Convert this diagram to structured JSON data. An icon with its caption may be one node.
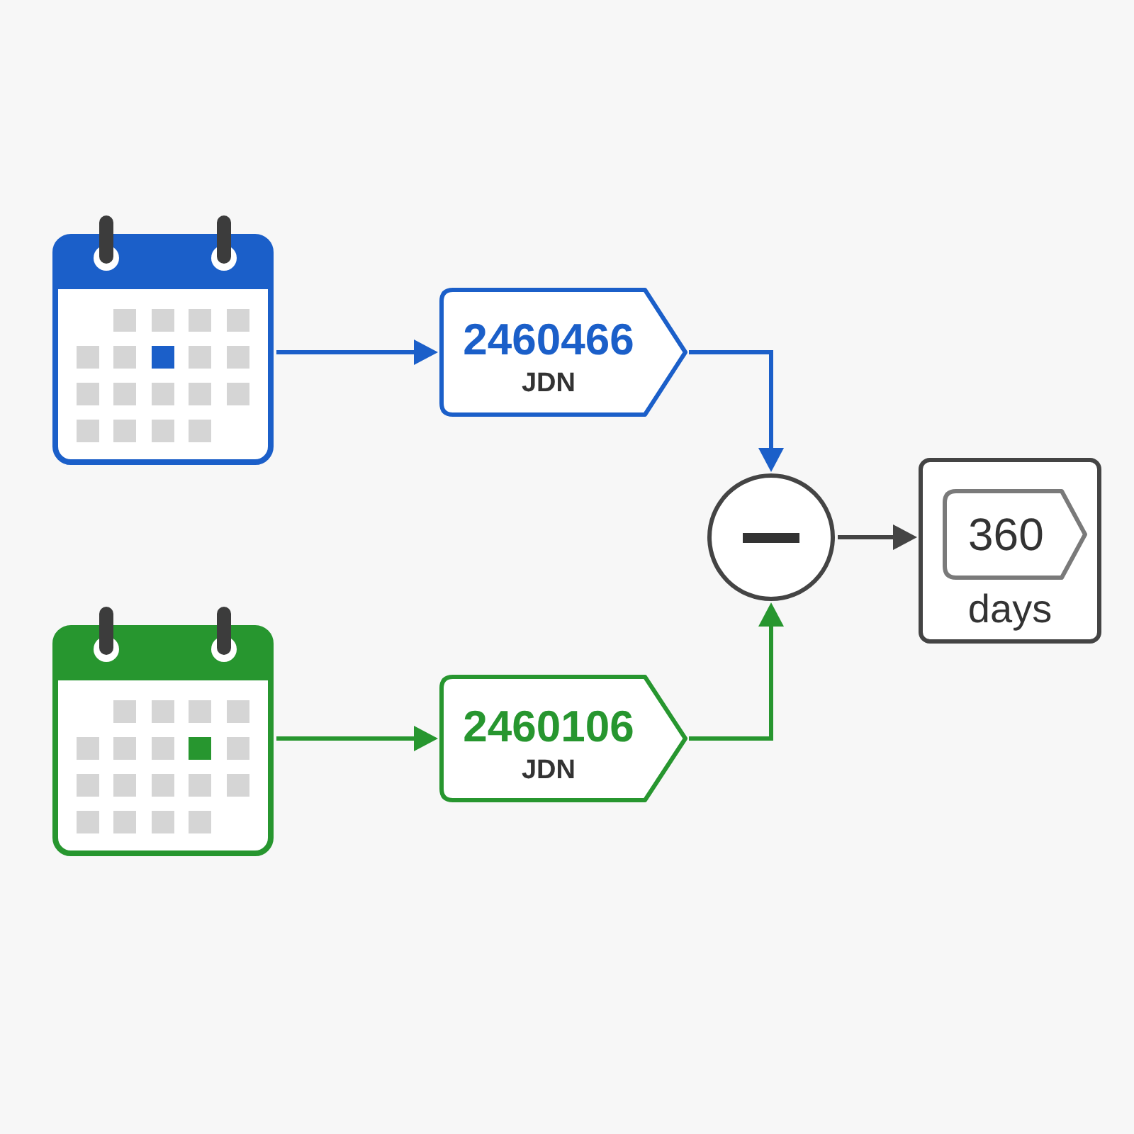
{
  "diagram": {
    "nodes": [
      {
        "text": [],
        "shape": "picture"
      },
      {
        "text": [
          "2460466",
          "JDN"
        ]
      },
      {
        "text": [],
        "shape": "picture"
      },
      {
        "text": [
          "2460106",
          "JDN"
        ]
      },
      {
        "text": [],
        "shape": "circle"
      },
      {
        "text": [
          "days"
        ]
      },
      {
        "text": [
          "360"
        ],
        "in": 5
      }
    ],
    "edges": [
      {
        "from": 0,
        "to": 1,
        "arrow": "to",
        "color": "#1b5fc9"
      },
      {
        "from": 1,
        "to": 4,
        "arrow": "to",
        "color": "#1b5fc9"
      },
      {
        "from": 2,
        "to": 3,
        "arrow": "to",
        "color": "#27962f"
      },
      {
        "from": 3,
        "to": 4,
        "arrow": "to",
        "color": "#27962f"
      },
      {
        "from": 4,
        "to": 5,
        "arrow": "to",
        "color": "#444444"
      }
    ]
  }
}
